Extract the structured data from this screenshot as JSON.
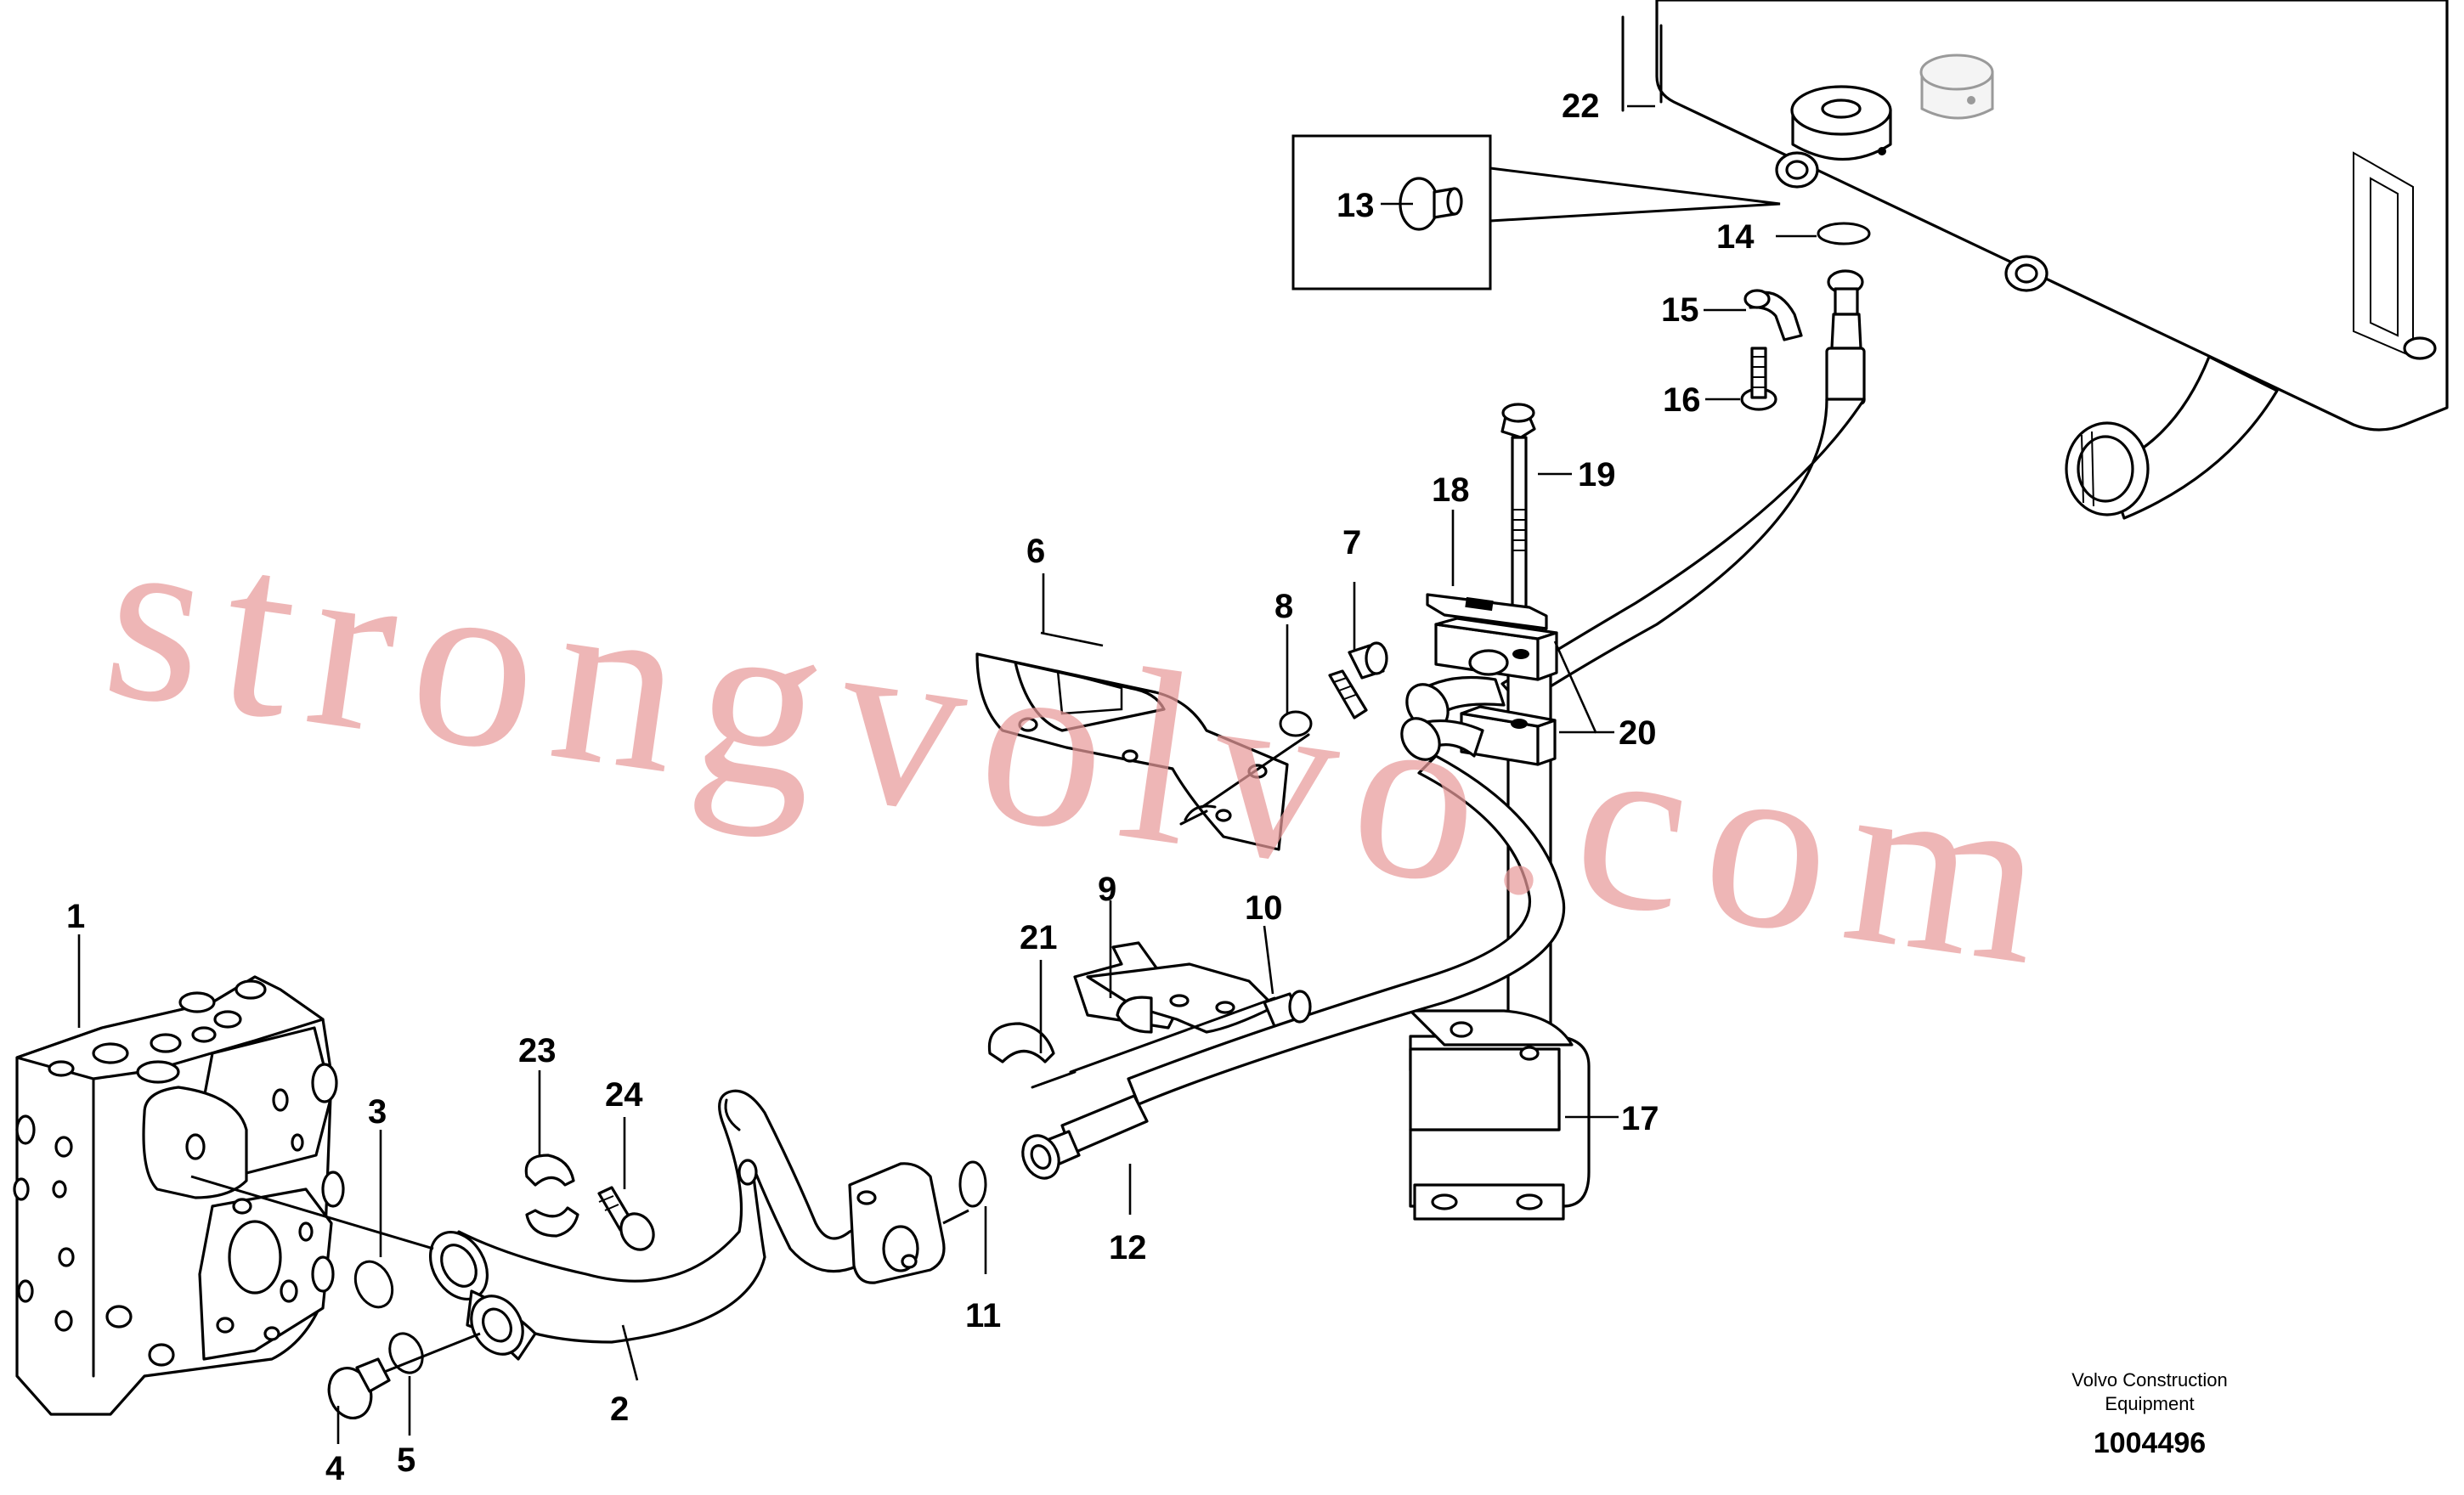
{
  "diagram": {
    "watermark": "strongvolvo.com",
    "credit_line1": "Volvo Construction",
    "credit_line2": "Equipment",
    "drawing_number": "1004496",
    "callouts": {
      "c1": "1",
      "c2": "2",
      "c3": "3",
      "c4": "4",
      "c5": "5",
      "c6": "6",
      "c7": "7",
      "c8": "8",
      "c9": "9",
      "c10": "10",
      "c11": "11",
      "c12": "12",
      "c13": "13",
      "c14": "14",
      "c15": "15",
      "c16": "16",
      "c17": "17",
      "c18": "18",
      "c19": "19",
      "c20": "20",
      "c21": "21",
      "c22": "22",
      "c23": "23",
      "c24": "24"
    }
  }
}
